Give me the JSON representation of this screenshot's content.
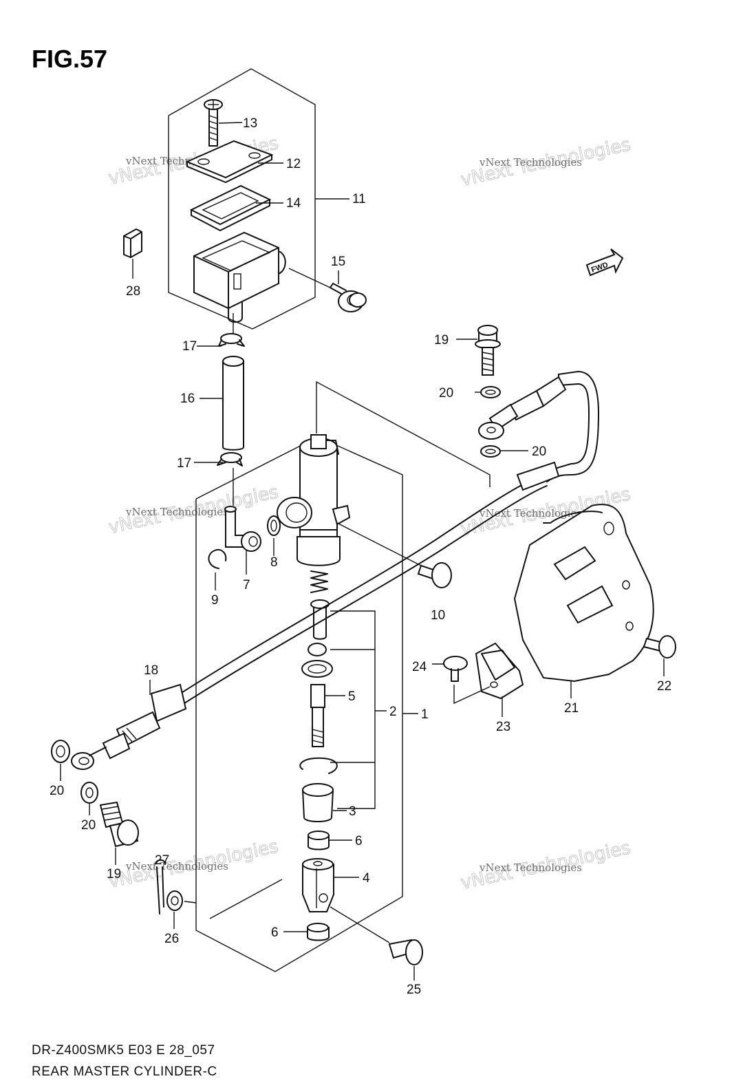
{
  "figure_title": "FIG.57",
  "footer": {
    "model_code": "DR-Z400SMK5 E03 E 28_057",
    "section_title": "REAR MASTER CYLINDER-C"
  },
  "watermark": {
    "line1": "vNext Technologies",
    "line2": "vNext Technologies"
  },
  "direction_badge": "FWD",
  "callouts": [
    {
      "id": "c13",
      "label": "13"
    },
    {
      "id": "c12",
      "label": "12"
    },
    {
      "id": "c14",
      "label": "14"
    },
    {
      "id": "c11",
      "label": "11"
    },
    {
      "id": "c28",
      "label": "28"
    },
    {
      "id": "c15",
      "label": "15"
    },
    {
      "id": "c19a",
      "label": "19"
    },
    {
      "id": "c17a",
      "label": "17"
    },
    {
      "id": "c20a",
      "label": "20"
    },
    {
      "id": "c16",
      "label": "16"
    },
    {
      "id": "c20b",
      "label": "20"
    },
    {
      "id": "c17b",
      "label": "17"
    },
    {
      "id": "c8",
      "label": "8"
    },
    {
      "id": "c7",
      "label": "7"
    },
    {
      "id": "c9",
      "label": "9"
    },
    {
      "id": "c10",
      "label": "10"
    },
    {
      "id": "c18",
      "label": "18"
    },
    {
      "id": "c24",
      "label": "24"
    },
    {
      "id": "c22",
      "label": "22"
    },
    {
      "id": "c5",
      "label": "5"
    },
    {
      "id": "c2",
      "label": "2"
    },
    {
      "id": "c1",
      "label": "1"
    },
    {
      "id": "c21",
      "label": "21"
    },
    {
      "id": "c23",
      "label": "23"
    },
    {
      "id": "c20c",
      "label": "20"
    },
    {
      "id": "c20d",
      "label": "20"
    },
    {
      "id": "c3",
      "label": "3"
    },
    {
      "id": "c6a",
      "label": "6"
    },
    {
      "id": "c19b",
      "label": "19"
    },
    {
      "id": "c27",
      "label": "27"
    },
    {
      "id": "c4",
      "label": "4"
    },
    {
      "id": "c26",
      "label": "26"
    },
    {
      "id": "c6b",
      "label": "6"
    },
    {
      "id": "c25",
      "label": "25"
    }
  ]
}
